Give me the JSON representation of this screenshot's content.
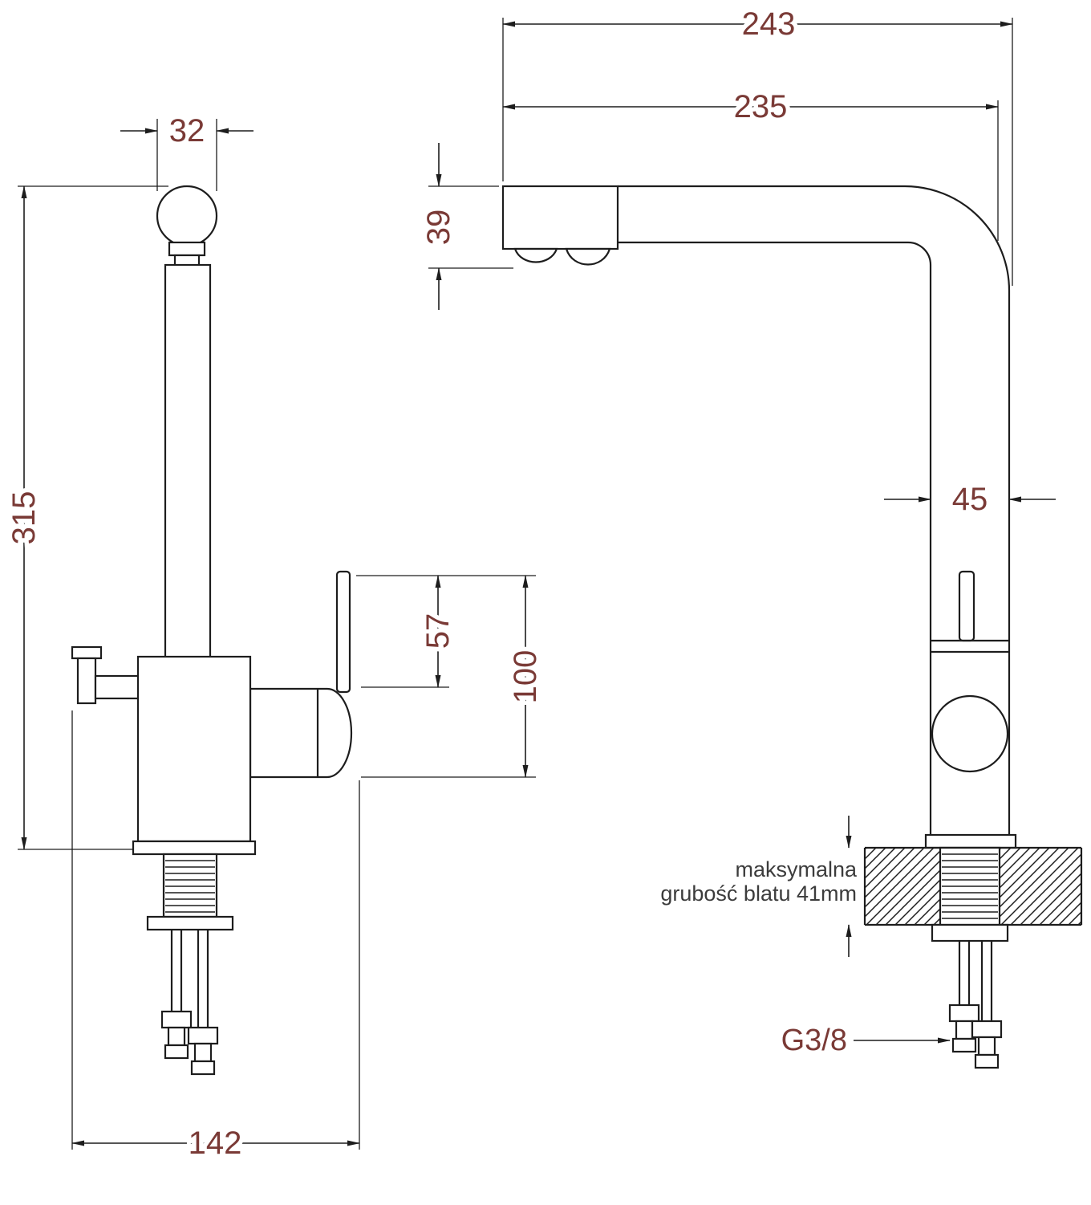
{
  "colors": {
    "line": "#1d1d1d",
    "dim_text": "#7a3a36",
    "note_text": "#3c3c3c"
  },
  "front_view": {
    "dims": {
      "spout_top_width": "32",
      "total_height": "315",
      "lever_height": "57",
      "handle_height": "100",
      "base_width": "142"
    }
  },
  "side_view": {
    "dims": {
      "total_reach": "243",
      "spout_reach": "235",
      "spout_head_height": "39",
      "body_depth": "45"
    },
    "note": {
      "line1": "maksymalna",
      "line2": "grubość blatu 41mm"
    },
    "thread_label": "G3/8"
  }
}
